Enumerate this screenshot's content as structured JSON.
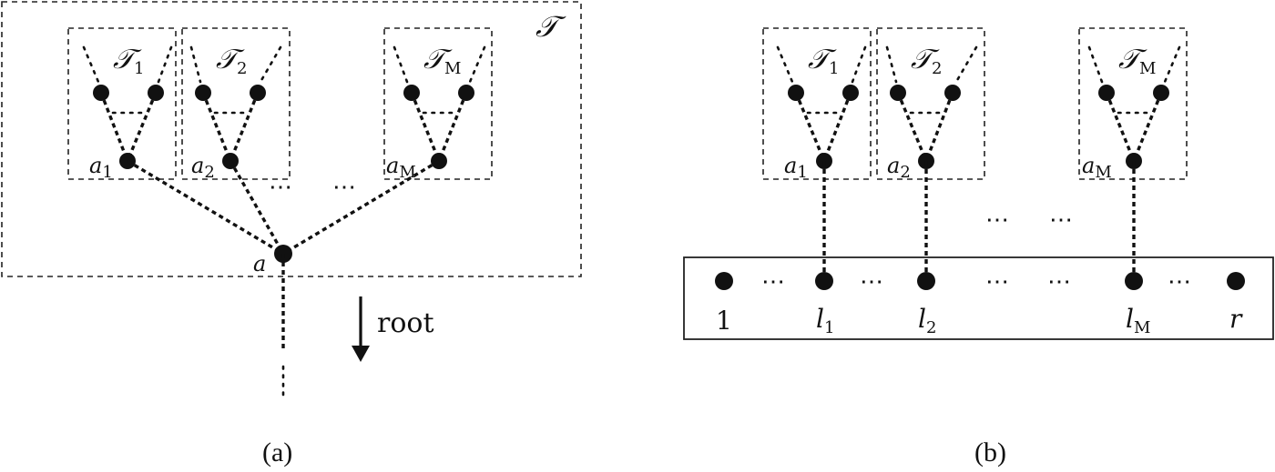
{
  "panel_a": {
    "outer_label": "𝒯",
    "subtrees": [
      {
        "name": "𝒯",
        "sub": "1",
        "root": "a",
        "root_sub": "1"
      },
      {
        "name": "𝒯",
        "sub": "2",
        "root": "a",
        "root_sub": "2"
      },
      {
        "name": "𝒯",
        "sub": "M",
        "root": "a",
        "root_sub": "M"
      }
    ],
    "center_node": "a",
    "root_label": "root",
    "ellipsis": "⋯",
    "caption": "(a)"
  },
  "panel_b": {
    "subtrees": [
      {
        "name": "𝒯",
        "sub": "1",
        "root": "a",
        "root_sub": "1"
      },
      {
        "name": "𝒯",
        "sub": "2",
        "root": "a",
        "root_sub": "2"
      },
      {
        "name": "𝒯",
        "sub": "M",
        "root": "a",
        "root_sub": "M"
      }
    ],
    "line_labels": [
      {
        "main": "1",
        "sub": ""
      },
      {
        "main": "l",
        "sub": "1"
      },
      {
        "main": "l",
        "sub": "2"
      },
      {
        "main": "l",
        "sub": "M"
      },
      {
        "main": "r",
        "sub": ""
      }
    ],
    "ellipsis": "⋯",
    "caption": "(b)"
  }
}
